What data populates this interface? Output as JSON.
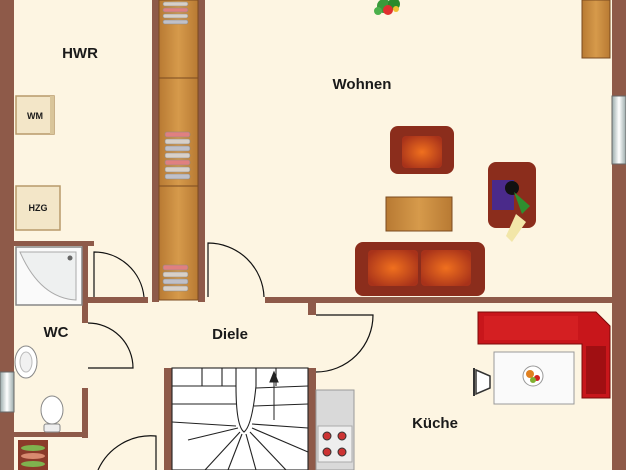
{
  "rooms": {
    "hwr": "HWR",
    "wohnen": "Wohnen",
    "wc": "WC",
    "diele": "Diele",
    "kueche": "Küche"
  },
  "fixtures": {
    "washing_machine": "WM",
    "heating": "HZG"
  },
  "colors": {
    "floor": "#fdf5e2",
    "wall": "#8e5a49",
    "sofa": "#8b2d1c",
    "sofa_cushion": "#d4521c",
    "wood": "#c98a3c",
    "kitchen_counter": "#c8161b"
  }
}
